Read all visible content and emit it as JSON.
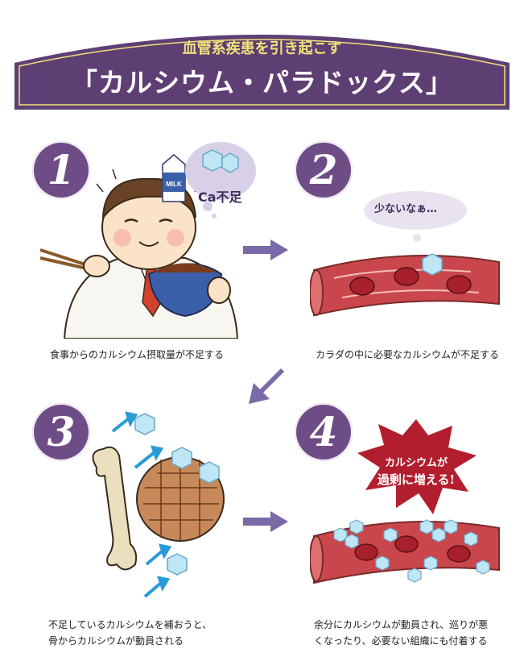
{
  "header": {
    "subtitle": "血管系疾患を引き起こす",
    "title": "「カルシウム・パラドックス」"
  },
  "steps": [
    {
      "number": "1",
      "caption": "食事からのカルシウム摂取量が不足する",
      "milk_label": "MILK",
      "bubble": "Ca不足"
    },
    {
      "number": "2",
      "caption": "カラダの中に必要なカルシウムが不足する",
      "bubble": "少ないなぁ…"
    },
    {
      "number": "3",
      "caption_line1": "不足しているカルシウムを補おうと、",
      "caption_line2": "骨からカルシウムが動員される"
    },
    {
      "number": "4",
      "caption_line1": "余分にカルシウムが動員され、巡りが悪",
      "caption_line2": "くなったり、必要ない組織にも付着する",
      "burst_line1": "カルシウムが",
      "burst_line2": "過剰に増える!"
    }
  ],
  "colors": {
    "purple": "#6e4d86",
    "banner": "#5e3f74",
    "gold": "#f0e27a",
    "arrow": "#7a6aa8",
    "vessel": "#c9474c",
    "cell": "#a7202c",
    "crystal": "#bfe6f5"
  }
}
